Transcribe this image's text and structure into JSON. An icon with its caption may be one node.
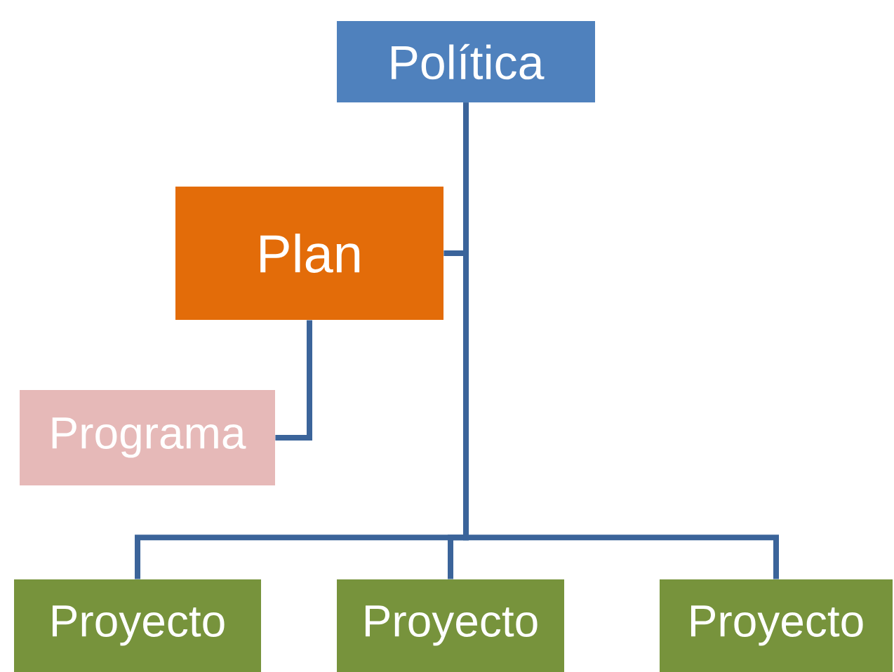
{
  "diagram": {
    "nodes": [
      {
        "text": [
          "Política"
        ]
      },
      {
        "text": [
          "Plan"
        ]
      },
      {
        "text": [
          "Programa"
        ]
      },
      {
        "text": [
          "Proyecto"
        ]
      },
      {
        "text": [
          "Proyecto"
        ]
      },
      {
        "text": [
          "Proyecto"
        ]
      }
    ],
    "edges": [
      {
        "from": 0,
        "to": 1,
        "arrow": "none"
      },
      {
        "from": 0,
        "to": 3,
        "arrow": "none"
      },
      {
        "from": 0,
        "to": 4,
        "arrow": "none"
      },
      {
        "from": 0,
        "to": 5,
        "arrow": "none"
      },
      {
        "from": 1,
        "to": 2,
        "arrow": "none"
      }
    ]
  }
}
